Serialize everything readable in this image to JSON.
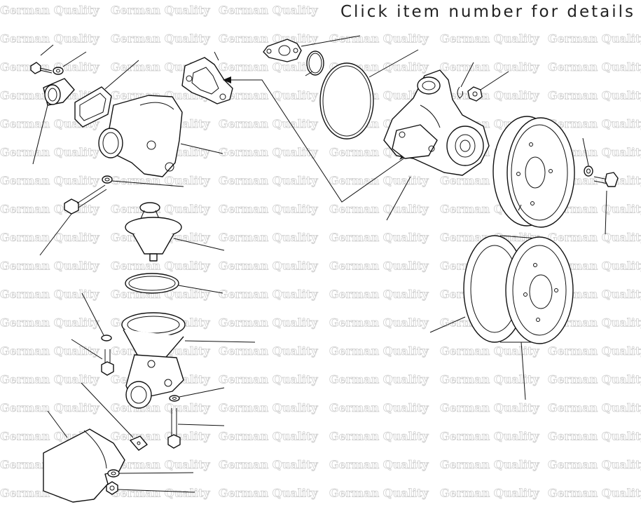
{
  "header": {
    "instruction": "Click item number for details"
  },
  "watermark": {
    "text": "German Quality"
  },
  "colors": {
    "line": "#111111",
    "watermark": "#cfcfcf",
    "background": "#ffffff"
  },
  "parts": [
    {
      "id": "bolt-small-top-left"
    },
    {
      "id": "washer-small-top-left"
    },
    {
      "id": "flange-elbow"
    },
    {
      "id": "gasket-elbow"
    },
    {
      "id": "thermostat-housing-upper"
    },
    {
      "id": "sealing-ring-small"
    },
    {
      "id": "long-bolt"
    },
    {
      "id": "thermostat"
    },
    {
      "id": "o-ring-thermostat"
    },
    {
      "id": "thermostat-housing-lower"
    },
    {
      "id": "washer-lower-left"
    },
    {
      "id": "bolt-lower-left"
    },
    {
      "id": "heat-shield"
    },
    {
      "id": "clip-plate"
    },
    {
      "id": "washer-bottom"
    },
    {
      "id": "nut-bottom"
    },
    {
      "id": "washer-lower-right"
    },
    {
      "id": "bolt-lower-right"
    },
    {
      "id": "gasket-pump-top"
    },
    {
      "id": "o-ring-small"
    },
    {
      "id": "o-ring-large"
    },
    {
      "id": "gasket-pump"
    },
    {
      "id": "water-pump"
    },
    {
      "id": "circlip-right"
    },
    {
      "id": "nut-right"
    },
    {
      "id": "pulley-upper"
    },
    {
      "id": "washer-right"
    },
    {
      "id": "bolt-right"
    },
    {
      "id": "pulley-lower"
    }
  ]
}
